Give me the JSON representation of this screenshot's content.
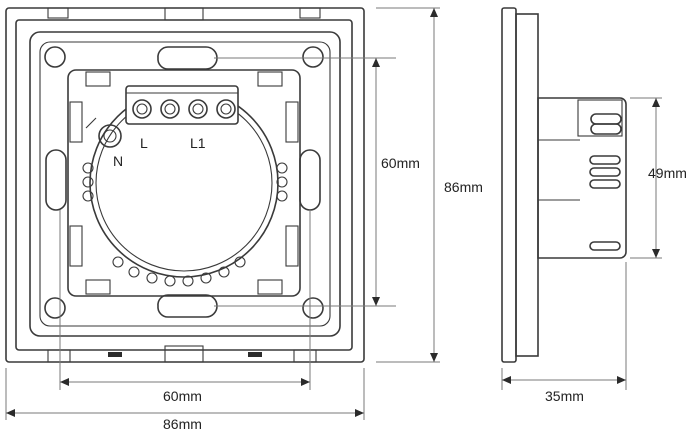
{
  "dimensions": {
    "front_width": "86mm",
    "front_height": "86mm",
    "mount_hole_horizontal": "60mm",
    "mount_hole_vertical": "60mm",
    "side_depth": "35mm",
    "side_body_height": "49mm"
  },
  "terminals": {
    "live": "L",
    "load": "L1",
    "neutral": "N"
  }
}
